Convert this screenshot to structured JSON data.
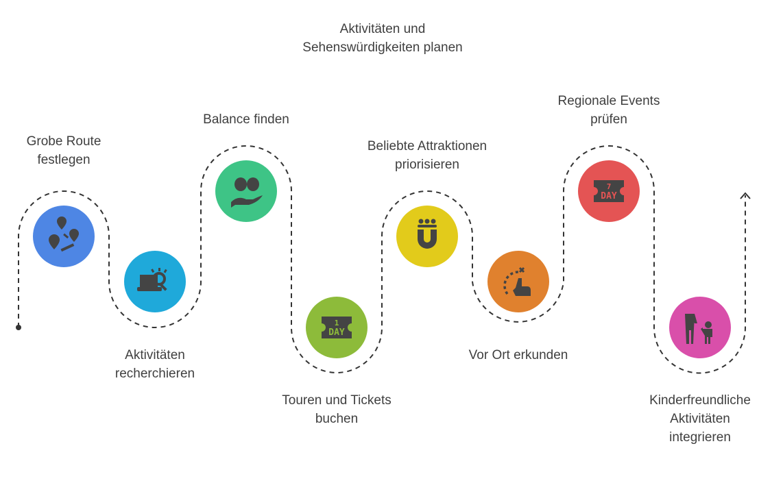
{
  "title": {
    "line1": "Aktivitäten und",
    "line2": "Sehenswürdigkeiten planen"
  },
  "steps": [
    {
      "lines": [
        "Grobe Route",
        "festlegen"
      ],
      "icon": "map-pins-route-icon",
      "color": "#4E86E4"
    },
    {
      "lines": [
        "Aktivitäten",
        "recherchieren"
      ],
      "icon": "laptop-search-icon",
      "color": "#1FA9DA"
    },
    {
      "lines": [
        "Balance finden"
      ],
      "icon": "brain-hand-icon",
      "color": "#3EC486"
    },
    {
      "lines": [
        "Touren und Tickets",
        "buchen"
      ],
      "icon": "ticket-1-day-icon",
      "color": "#8DBB3A",
      "ticket_text": [
        "1",
        "DAY"
      ]
    },
    {
      "lines": [
        "Beliebte Attraktionen",
        "priorisieren"
      ],
      "icon": "magnet-people-icon",
      "color": "#E2CB1B"
    },
    {
      "lines": [
        "Vor Ort erkunden"
      ],
      "icon": "hand-path-pointer-icon",
      "color": "#E0812E"
    },
    {
      "lines": [
        "Regionale Events",
        "prüfen"
      ],
      "icon": "ticket-7-day-icon",
      "color": "#E45454",
      "ticket_text": [
        "7",
        "DAY"
      ]
    },
    {
      "lines": [
        "Kinderfreundliche",
        "Aktivitäten",
        "integrieren"
      ],
      "icon": "parent-child-icon",
      "color": "#D94FAA"
    }
  ]
}
